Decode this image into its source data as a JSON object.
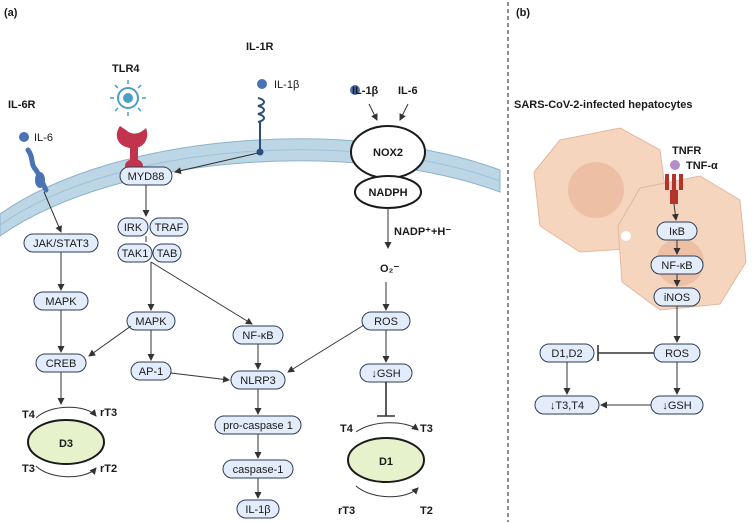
{
  "panels": {
    "a": "(a)",
    "b": "(b)"
  },
  "receptors": {
    "il6r": "IL-6R",
    "tlr4": "TLR4",
    "il1r": "IL-1R",
    "tnfr": "TNFR"
  },
  "ligands": {
    "il6_left": "IL-6",
    "il1b_top": "IL-1β",
    "il1b_nox": "IL-1β",
    "il6_nox": "IL-6",
    "tnfa": "TNF-α"
  },
  "labels": {
    "nadp": "NADP⁺+H⁻",
    "o2": "O₂⁻",
    "hepatocytes": "SARS-CoV-2-infected hepatocytes",
    "t4_left": "T4",
    "rt3_left": "rT3",
    "t3_left": "T3",
    "rt2_left": "rT2",
    "t4_right": "T4",
    "t3_right": "T3",
    "rt3_right": "rT3",
    "t2_right": "T2"
  },
  "nodes": {
    "myd88": "MYD88",
    "irk": "IRK",
    "traf": "TRAF",
    "tak1": "TAK1",
    "tab": "TAB",
    "jak": "JAK/STAT3",
    "mapk_left": "MAPK",
    "creb": "CREB",
    "mapk_mid": "MAPK",
    "ap1": "AP-1",
    "nfkb_a": "NF-κB",
    "nlrp3": "NLRP3",
    "procasp": "pro-caspase 1",
    "casp1": "caspase-1",
    "il1b_bottom": "IL-1β",
    "ros_a": "ROS",
    "gsh_a": "↓GSH",
    "nox2": "NOX2",
    "nadph": "NADPH",
    "d3": "D3",
    "d1": "D1",
    "ikb": "IκB",
    "nfkb_b": "NF-κB",
    "inos": "iNOS",
    "ros_b": "ROS",
    "d1d2": "D1,D2",
    "t3t4": "↓T3,T4",
    "gsh_b": "↓GSH"
  },
  "colors": {
    "node_fill": "#e3ecfa",
    "deiodinase_fill": "#e6f2cc",
    "membrane": "#bcd6e6",
    "receptor_blue": "#4a72b4",
    "tlr4_red": "#c2334d",
    "hepatocyte": "#f6d5bf",
    "tnfr_red": "#b4332a",
    "tnfa_purple": "#b48cc8"
  }
}
